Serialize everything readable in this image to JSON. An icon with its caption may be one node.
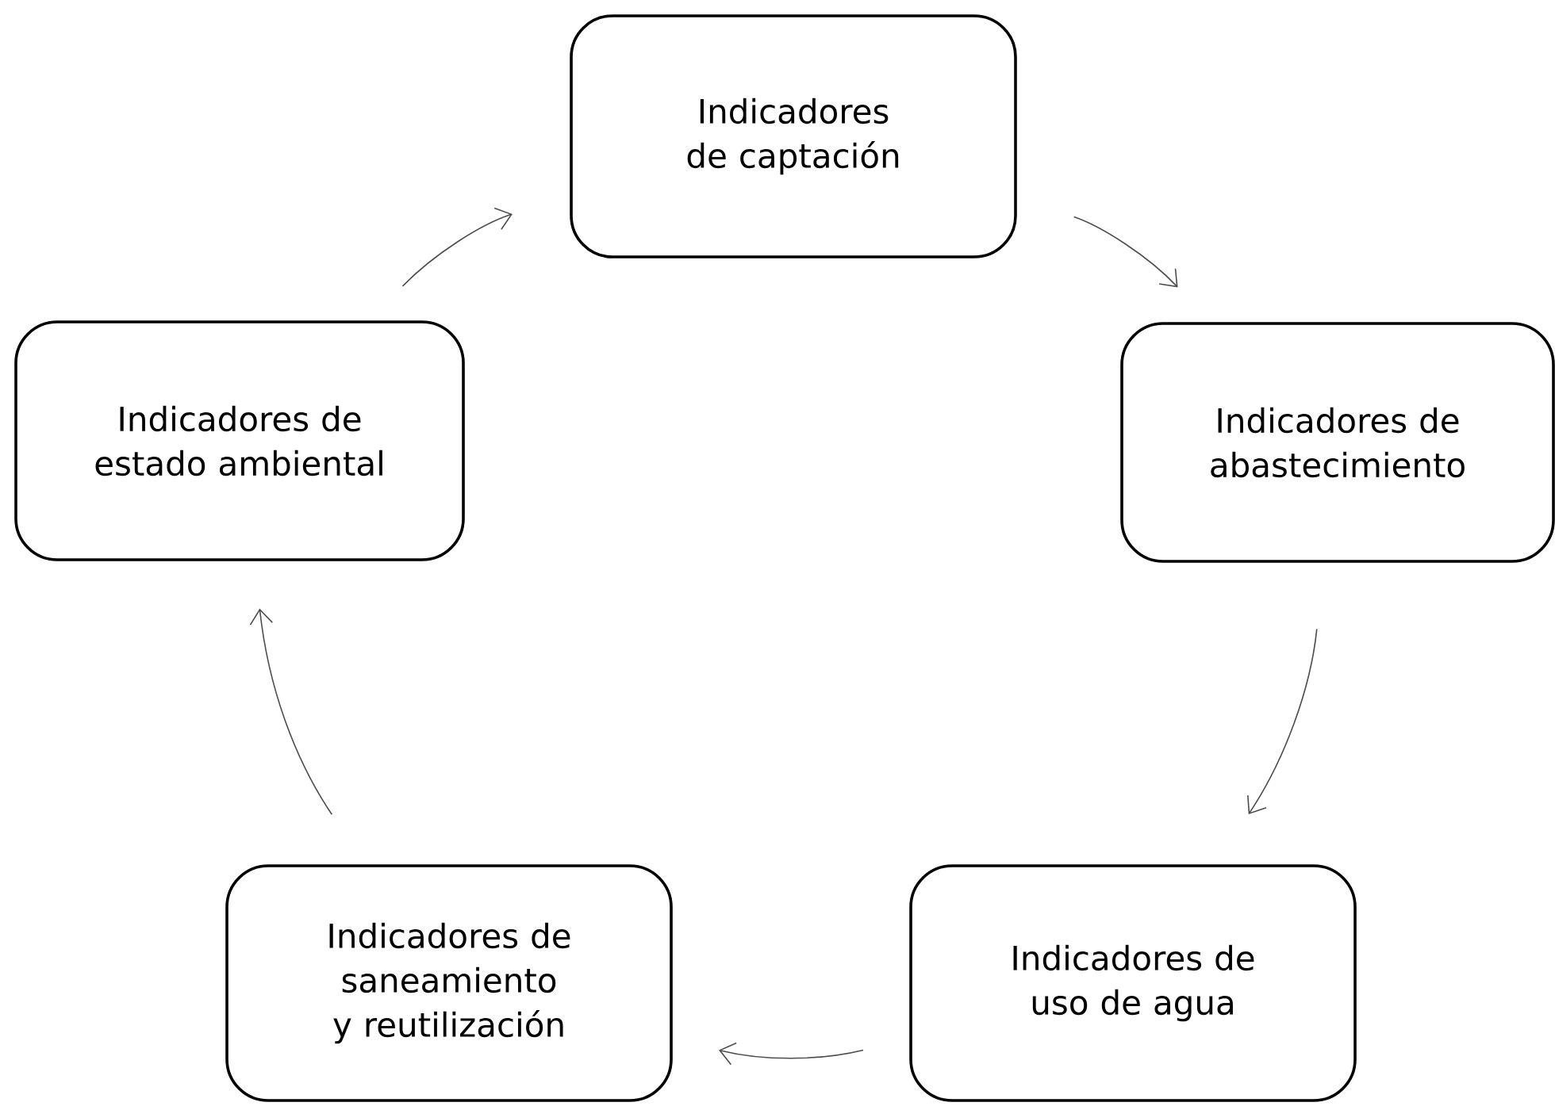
{
  "diagram": {
    "nodes": [
      {
        "text": [
          "Indicadores de captación"
        ]
      },
      {
        "text": [
          "Indicadores de abastecimiento"
        ]
      },
      {
        "text": [
          "Indicadores de uso de agua"
        ]
      },
      {
        "text": [
          "Indicadores de saneamiento y reutilización"
        ]
      },
      {
        "text": [
          "Indicadores de estado ambiental"
        ]
      }
    ],
    "edges": [
      {
        "from": 0,
        "to": 1,
        "arrow": "to"
      },
      {
        "from": 1,
        "to": 2,
        "arrow": "to"
      },
      {
        "from": 2,
        "to": 3,
        "arrow": "to"
      },
      {
        "from": 3,
        "to": 4,
        "arrow": "to"
      },
      {
        "from": 4,
        "to": 0,
        "arrow": "to"
      }
    ]
  }
}
